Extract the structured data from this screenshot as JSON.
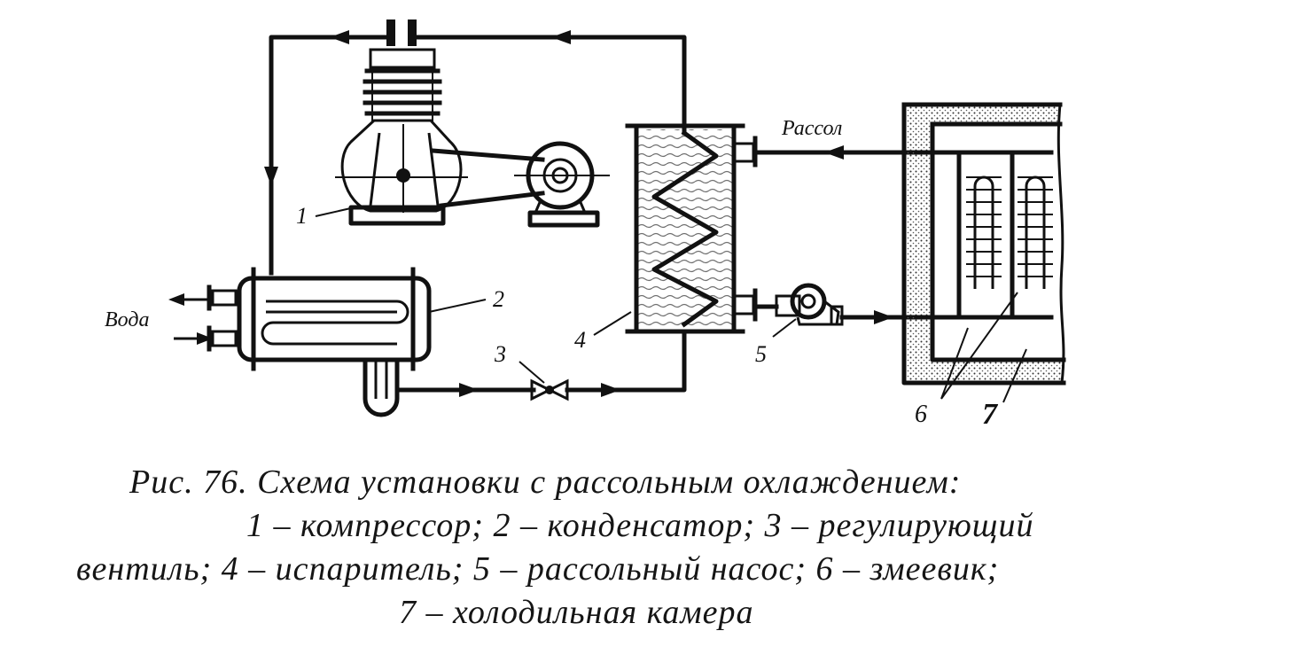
{
  "diagram": {
    "labels": {
      "brine": "Рассол",
      "water": "Вода",
      "n1": "1",
      "n2": "2",
      "n3": "3",
      "n4": "4",
      "n5": "5",
      "n6": "6",
      "n7": "7"
    }
  },
  "caption": {
    "line1": "Рис. 76. Схема установки с рассольным охлаждением:",
    "line2": "1 – компрессор; 2 – конденсатор; 3 – регулирующий",
    "line3": "вентиль; 4 – испаритель; 5 – рассольный насос; 6 – змеевик;",
    "line4": "7 – холодильная камера"
  }
}
